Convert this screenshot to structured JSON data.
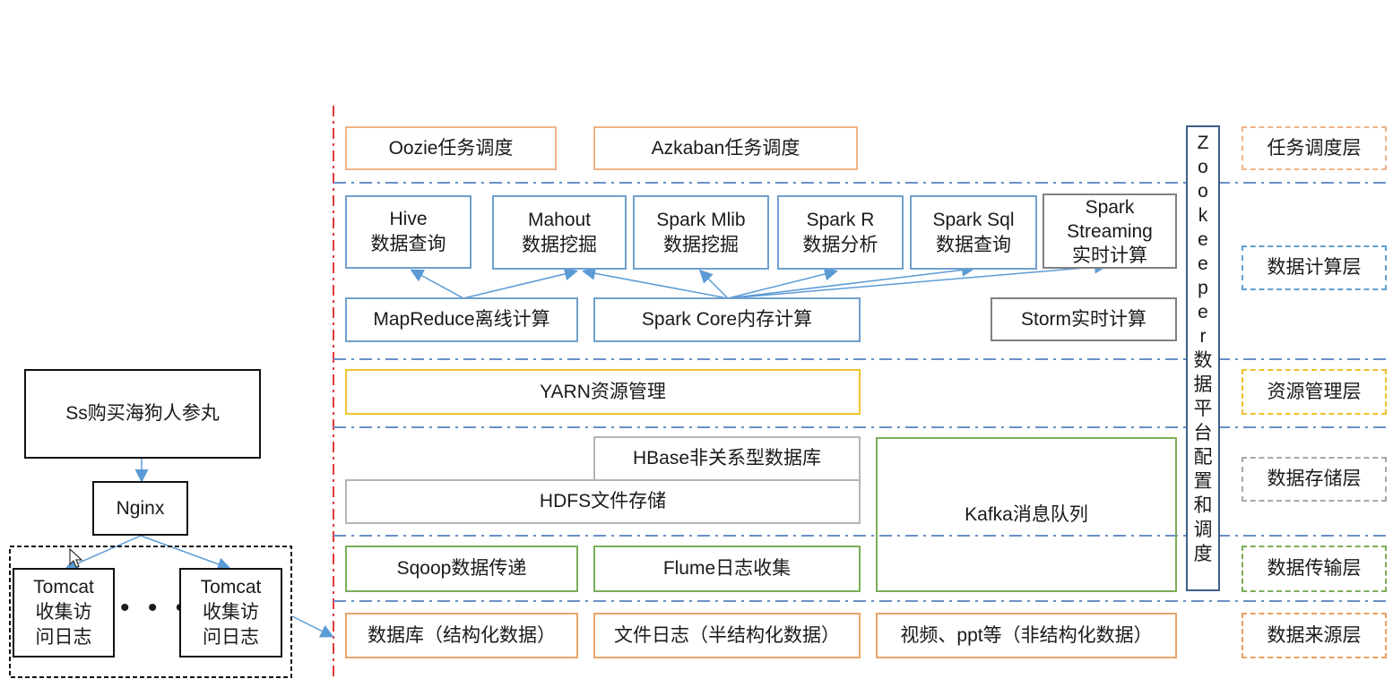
{
  "layers": {
    "scheduling": "任务调度层",
    "compute": "数据计算层",
    "resource": "资源管理层",
    "storage": "数据存储层",
    "transport": "数据传输层",
    "source": "数据来源层"
  },
  "scheduling": {
    "oozie": "Oozie任务调度",
    "azkaban": "Azkaban任务调度"
  },
  "compute": {
    "hive": [
      "Hive",
      "数据查询"
    ],
    "mahout": [
      "Mahout",
      "数据挖掘"
    ],
    "mlib": [
      "Spark Mlib",
      "数据挖掘"
    ],
    "sparkr": [
      "Spark R",
      "数据分析"
    ],
    "sparksql": [
      "Spark Sql",
      "数据查询"
    ],
    "streaming": [
      "Spark",
      "Streaming",
      "实时计算"
    ],
    "mapreduce": "MapReduce离线计算",
    "sparkcore": "Spark Core内存计算",
    "storm": "Storm实时计算"
  },
  "resource": {
    "yarn": "YARN资源管理"
  },
  "storage": {
    "hbase": "HBase非关系型数据库",
    "hdfs": "HDFS文件存储",
    "kafka": "Kafka消息队列"
  },
  "transport": {
    "sqoop": "Sqoop数据传递",
    "flume": "Flume日志收集"
  },
  "source": {
    "db": "数据库（结构化数据）",
    "filelog": "文件日志（半结构化数据）",
    "video": "视频、ppt等（非结构化数据）"
  },
  "zookeeper": [
    "Z",
    "o",
    "o",
    "k",
    "e",
    "e",
    "p",
    "e",
    "r",
    "数",
    "据",
    "平",
    "台",
    "配",
    "置",
    "和",
    "调",
    "度"
  ],
  "left": {
    "shop": "Ss购买海狗人参丸",
    "nginx": "Nginx",
    "tomcat1": [
      "Tomcat",
      "收集访",
      "问日志"
    ],
    "tomcat2": [
      "Tomcat",
      "收集访",
      "问日志"
    ],
    "ellipsis": "• • •"
  },
  "colors": {
    "red_axis": "#e03a3a",
    "divider": "#6a8fc8",
    "arrow": "#5b9bd5"
  }
}
